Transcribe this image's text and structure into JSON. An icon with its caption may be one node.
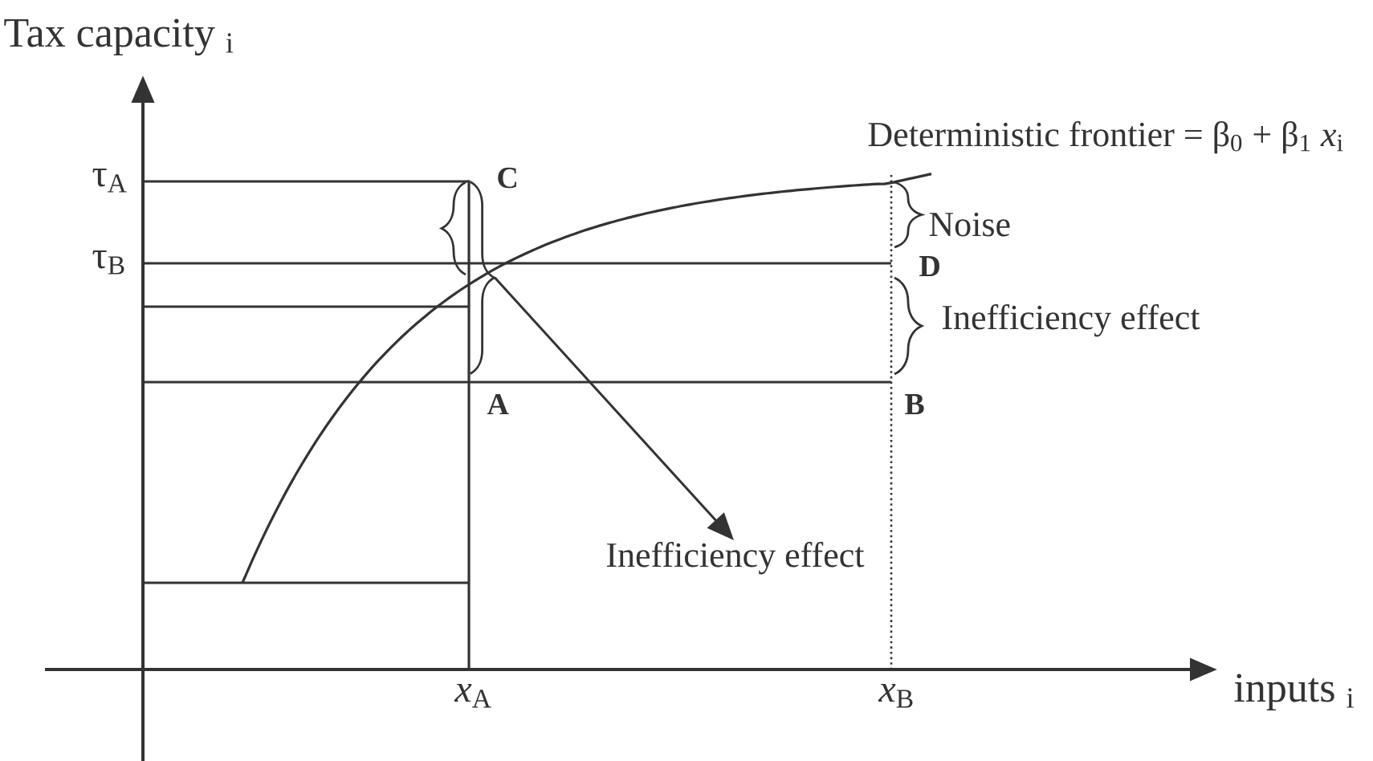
{
  "diagram": {
    "nodes": [
      {
        "text": [],
        "shape": "brace"
      },
      {
        "text": [
          "Inefficiency effect"
        ]
      }
    ],
    "edges": [
      {
        "from": 0,
        "to": 1,
        "arrow": "to"
      }
    ],
    "labels": [
      "Tax capacity $_{i}$",
      "Deterministic frontier = β$_{0}$ + β$_{1}$ *x*$_{i}$",
      "τ$_{A}$",
      "C",
      "Noise",
      "τ$_{B}$",
      "D",
      "Inefficiency effect",
      "A",
      "B",
      "*x*$_{A}$",
      "*x*$_{B}$",
      "inputs $_{i}$"
    ]
  }
}
